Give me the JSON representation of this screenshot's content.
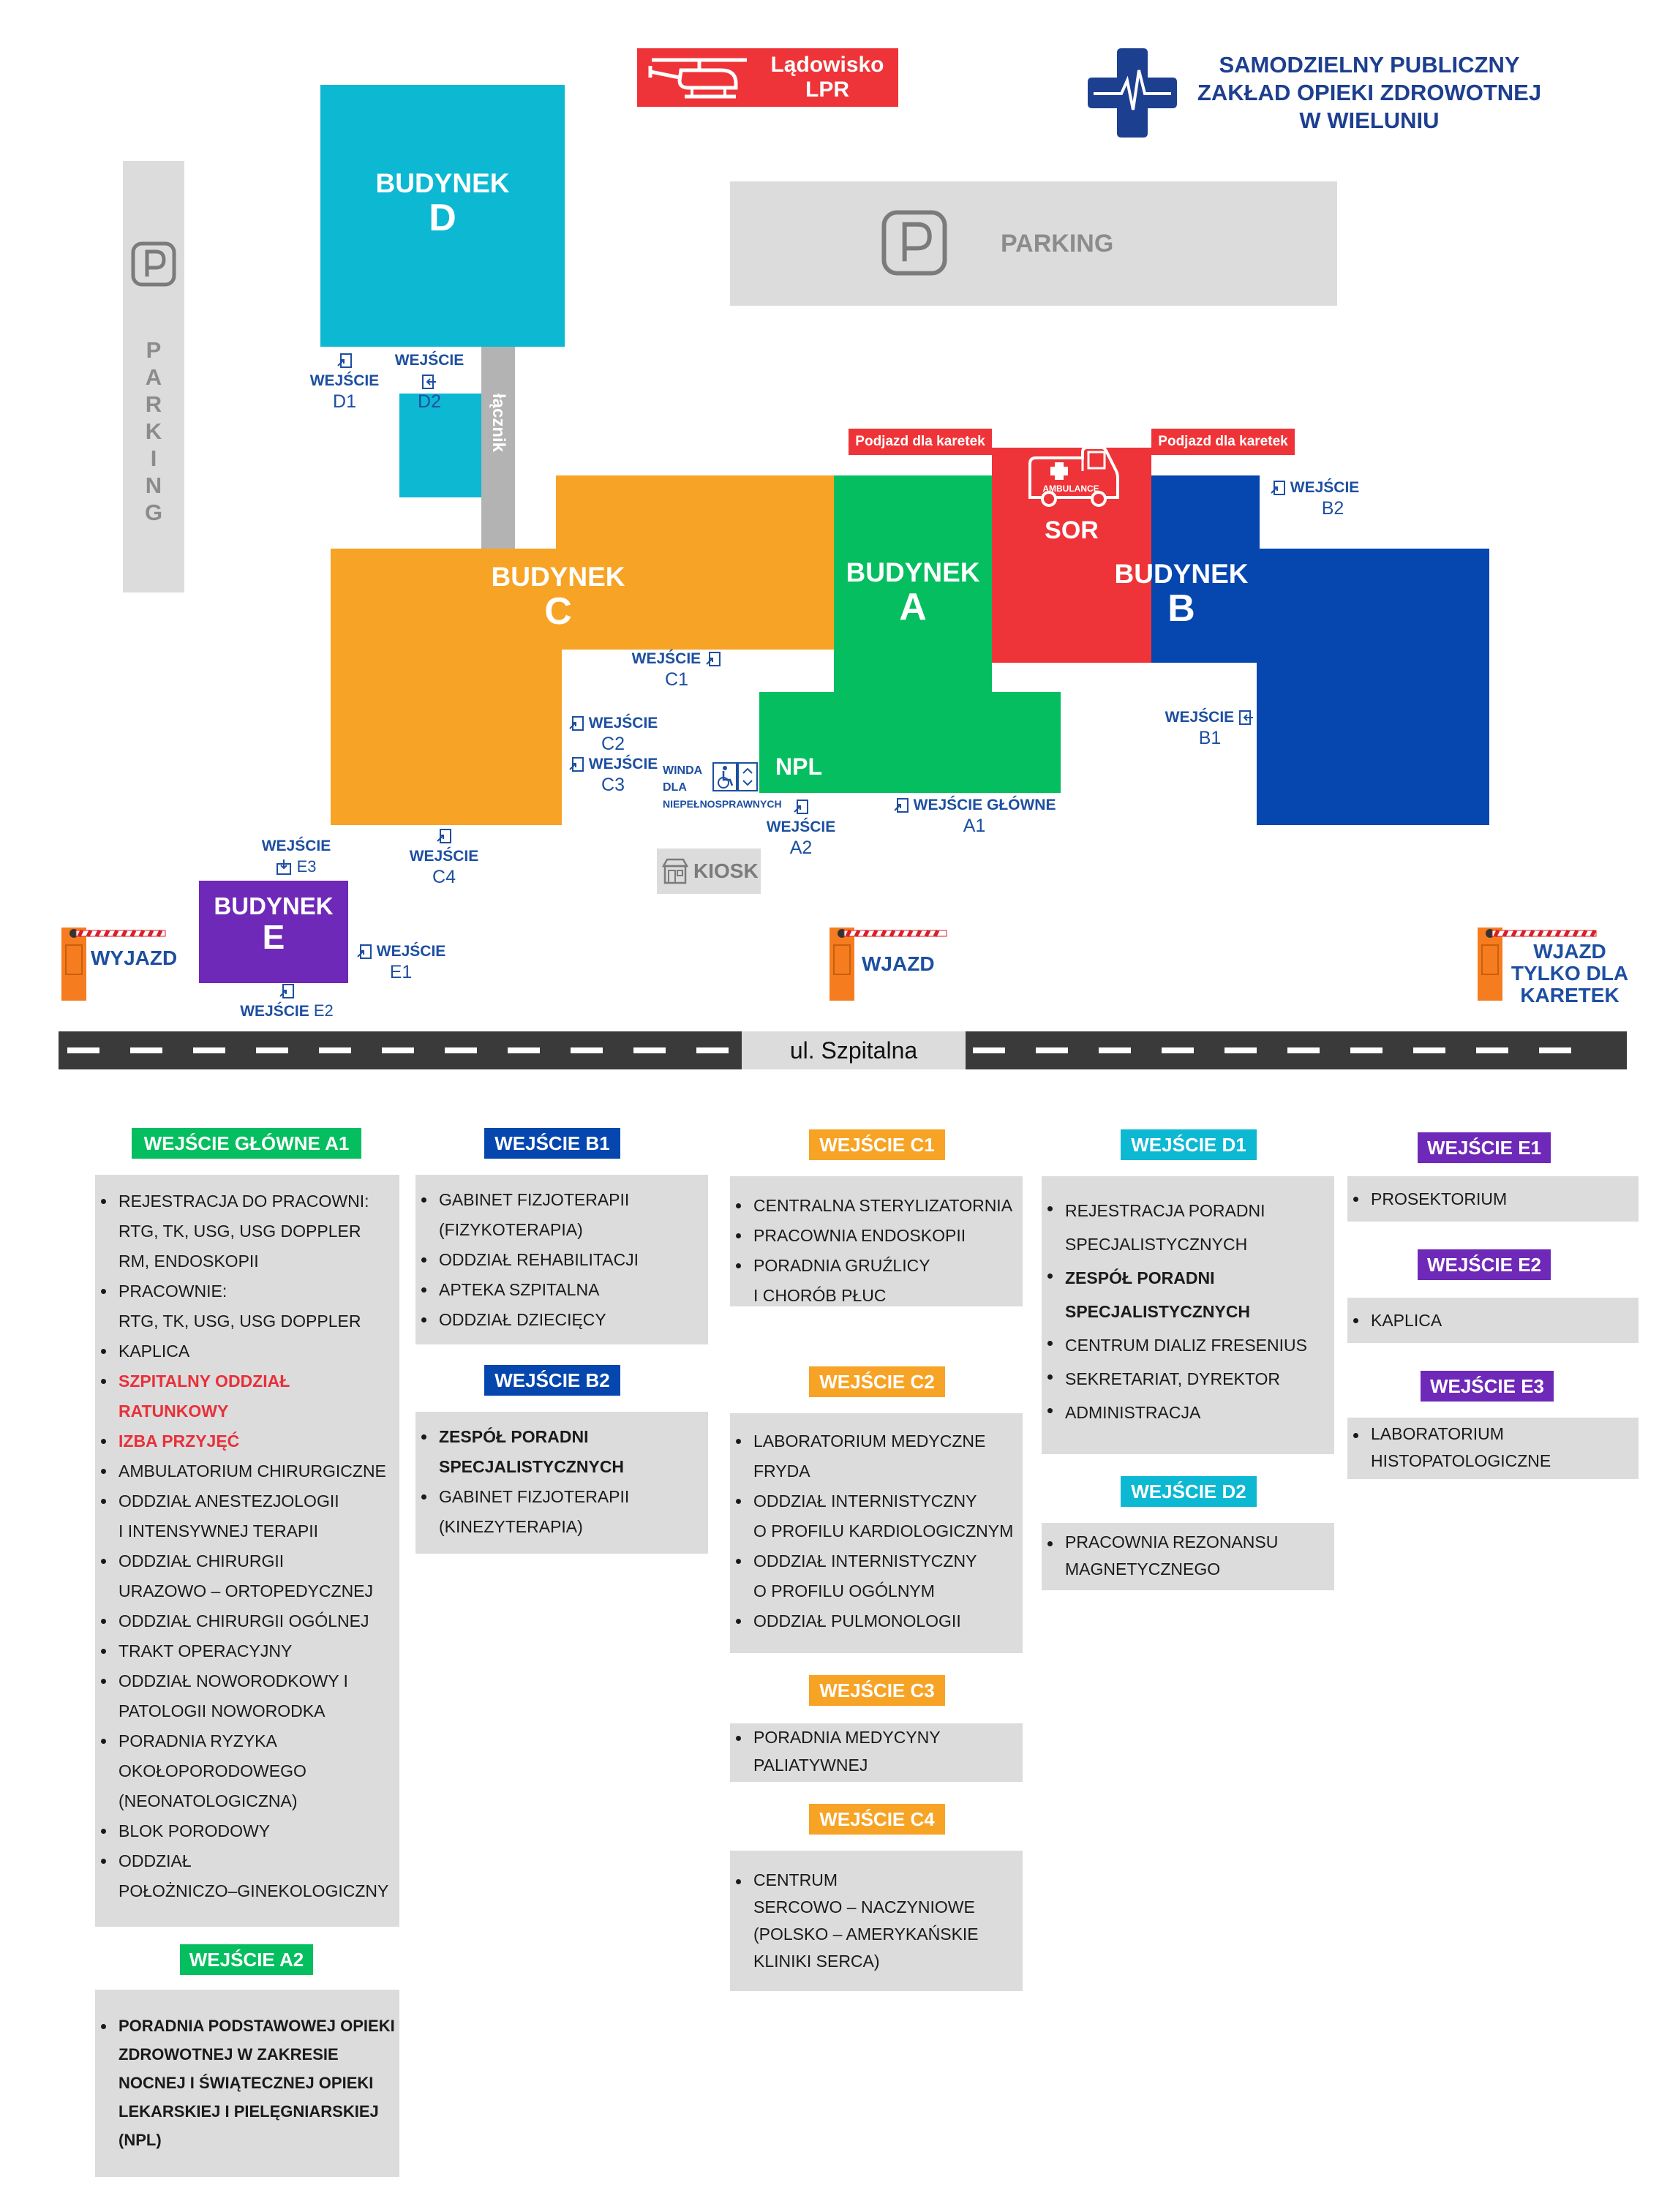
{
  "header": {
    "heliport": "Lądowisko LPR",
    "org_line1": "SAMODZIELNY PUBLICZNY",
    "org_line2": "ZAKŁAD OPIEKI ZDROWOTNEJ",
    "org_line3": "W WIELUNIU",
    "colors": {
      "navy": "#1d3f8f",
      "red": "#ee3438"
    }
  },
  "map": {
    "parking_left_letters": [
      "P",
      "A",
      "R",
      "K",
      "I",
      "N",
      "G"
    ],
    "parking_top": "PARKING",
    "connector": "łącznik",
    "buildings": {
      "d": {
        "line1": "BUDYNEK",
        "line2": "D",
        "color": "#0db8d3"
      },
      "c": {
        "line1": "BUDYNEK",
        "line2": "C",
        "color": "#f7a325"
      },
      "a": {
        "line1": "BUDYNEK",
        "line2": "A",
        "color": "#05be5f"
      },
      "b": {
        "line1": "BUDYNEK",
        "line2": "B",
        "color": "#0547af"
      },
      "e": {
        "line1": "BUDYNEK",
        "line2": "E",
        "color": "#6f29b8"
      },
      "sor": "SOR",
      "npl": "NPL",
      "ambulance_text": "AMBULANCE"
    },
    "ambulance_lane_left": "Podjazd dla karetek",
    "ambulance_lane_right": "Podjazd dla karetek",
    "entrances": {
      "d1": {
        "w": "WEJŚCIE",
        "c": "D1"
      },
      "d2": {
        "w": "WEJŚCIE",
        "c": "D2"
      },
      "b2": {
        "w": "WEJŚCIE",
        "c": "B2"
      },
      "c1": {
        "w": "WEJŚCIE",
        "c": "C1"
      },
      "c2": {
        "w": "WEJŚCIE",
        "c": "C2"
      },
      "c3": {
        "w": "WEJŚCIE",
        "c": "C3"
      },
      "b1": {
        "w": "WEJŚCIE",
        "c": "B1"
      },
      "a1": {
        "w": "WEJŚCIE GŁÓWNE",
        "c": "A1"
      },
      "a2": {
        "w": "WEJŚCIE",
        "c": "A2"
      },
      "c4": {
        "w": "WEJŚCIE",
        "c": "C4"
      },
      "e3": {
        "w": "WEJŚCIE",
        "c": "E3"
      },
      "e1": {
        "w": "WEJŚCIE",
        "c": "E1"
      },
      "e2": {
        "w": "WEJŚCIE",
        "c": "E2"
      }
    },
    "elevator": {
      "l1": "WINDA",
      "l2": "DLA",
      "l3": "NIEPEŁNOSPRAWNYCH"
    },
    "kiosk": "KIOSK",
    "exit": "WYJAZD",
    "entry": "WJAZD",
    "amb_entry_l1": "WJAZD",
    "amb_entry_l2": "TYLKO DLA",
    "amb_entry_l3": "KARETEK",
    "street": "ul. Szpitalna"
  },
  "legend": {
    "a1": {
      "title": "WEJŚCIE GŁÓWNE A1",
      "items": [
        {
          "t": "REJESTRACJA DO PRACOWNI:",
          "s": [
            "RTG, TK, USG, USG DOPPLER",
            "RM, ENDOSKOPII"
          ]
        },
        {
          "t": "PRACOWNIE:",
          "s": [
            "RTG, TK, USG, USG DOPPLER"
          ]
        },
        {
          "t": "KAPLICA",
          "s": []
        },
        {
          "t": "SZPITALNY ODDZIAŁ",
          "s": [
            "RATUNKOWY"
          ],
          "style": "red"
        },
        {
          "t": "IZBA PRZYJĘĆ",
          "s": [],
          "style": "red"
        },
        {
          "t": "AMBULATORIUM CHIRURGICZNE",
          "s": []
        },
        {
          "t": "ODDZIAŁ ANESTEZJOLOGII",
          "s": [
            "I INTENSYWNEJ TERAPII"
          ]
        },
        {
          "t": "ODDZIAŁ CHIRURGII",
          "s": [
            "URAZOWO – ORTOPEDYCZNEJ"
          ]
        },
        {
          "t": "ODDZIAŁ CHIRURGII OGÓLNEJ",
          "s": []
        },
        {
          "t": "TRAKT OPERACYJNY",
          "s": []
        },
        {
          "t": "ODDZIAŁ NOWORODKOWY I",
          "s": [
            "PATOLOGII NOWORODKA"
          ]
        },
        {
          "t": "PORADNIA RYZYKA",
          "s": [
            "OKOŁOPORODOWEGO",
            "(NEONATOLOGICZNA)"
          ]
        },
        {
          "t": "BLOK PORODOWY",
          "s": []
        },
        {
          "t": "ODDZIAŁ",
          "s": [
            "POŁOŻNICZO–GINEKOLOGICZNY"
          ]
        }
      ]
    },
    "a2": {
      "title": "WEJŚCIE A2",
      "items": [
        {
          "t": "PORADNIA PODSTAWOWEJ OPIEKI",
          "s": [
            "ZDROWOTNEJ W ZAKRESIE",
            "NOCNEJ I ŚWIĄTECZNEJ OPIEKI",
            "LEKARSKIEJ I PIELĘGNIARSKIEJ",
            "(NPL)"
          ],
          "style": "bold"
        }
      ]
    },
    "b1": {
      "title": "WEJŚCIE B1",
      "items": [
        {
          "t": "GABINET FIZJOTERAPII",
          "s": [
            "(FIZYKOTERAPIA)"
          ]
        },
        {
          "t": "ODDZIAŁ REHABILITACJI",
          "s": []
        },
        {
          "t": "APTEKA SZPITALNA",
          "s": []
        },
        {
          "t": "ODDZIAŁ DZIECIĘCY",
          "s": []
        }
      ]
    },
    "b2": {
      "title": "WEJŚCIE B2",
      "items": [
        {
          "t": "ZESPÓŁ PORADNI",
          "s": [
            "SPECJALISTYCZNYCH"
          ],
          "style": "bold"
        },
        {
          "t": "GABINET FIZJOTERAPII",
          "s": [
            "(KINEZYTERAPIA)"
          ]
        }
      ]
    },
    "c1": {
      "title": "WEJŚCIE C1",
      "items": [
        {
          "t": "CENTRALNA STERYLIZATORNIA",
          "s": []
        },
        {
          "t": "PRACOWNIA ENDOSKOPII",
          "s": []
        },
        {
          "t": "PORADNIA GRUŹLICY",
          "s": [
            "I CHORÓB PŁUC"
          ]
        }
      ]
    },
    "c2": {
      "title": "WEJŚCIE C2",
      "items": [
        {
          "t": "LABORATORIUM MEDYCZNE",
          "s": [
            "FRYDA"
          ]
        },
        {
          "t": "ODDZIAŁ INTERNISTYCZNY",
          "s": [
            "O PROFILU KARDIOLOGICZNYM"
          ]
        },
        {
          "t": "ODDZIAŁ INTERNISTYCZNY",
          "s": [
            "O PROFILU OGÓLNYM"
          ]
        },
        {
          "t": "ODDZIAŁ PULMONOLOGII",
          "s": []
        }
      ]
    },
    "c3": {
      "title": "WEJŚCIE C3",
      "items": [
        {
          "t": "PORADNIA MEDYCYNY",
          "s": [
            "PALIATYWNEJ"
          ]
        }
      ]
    },
    "c4": {
      "title": "WEJŚCIE C4",
      "items": [
        {
          "t": "CENTRUM",
          "s": [
            "SERCOWO – NACZYNIOWE",
            "(POLSKO – AMERYKAŃSKIE",
            "KLINIKI SERCA)"
          ]
        }
      ]
    },
    "d1": {
      "title": "WEJŚCIE D1",
      "items": [
        {
          "t": "REJESTRACJA PORADNI",
          "s": [
            "SPECJALISTYCZNYCH"
          ]
        },
        {
          "t": "ZESPÓŁ PORADNI",
          "s": [
            "SPECJALISTYCZNYCH"
          ],
          "style": "bold"
        },
        {
          "t": "CENTRUM DIALIZ FRESENIUS",
          "s": []
        },
        {
          "t": "SEKRETARIAT, DYREKTOR",
          "s": []
        },
        {
          "t": "ADMINISTRACJA",
          "s": []
        }
      ]
    },
    "d2": {
      "title": "WEJŚCIE D2",
      "items": [
        {
          "t": "PRACOWNIA REZONANSU",
          "s": [
            "MAGNETYCZNEGO"
          ]
        }
      ]
    },
    "e1": {
      "title": "WEJŚCIE E1",
      "items": [
        {
          "t": "PROSEKTORIUM",
          "s": []
        }
      ]
    },
    "e2": {
      "title": "WEJŚCIE E2",
      "items": [
        {
          "t": "KAPLICA",
          "s": []
        }
      ]
    },
    "e3": {
      "title": "WEJŚCIE E3",
      "items": [
        {
          "t": "LABORATORIUM",
          "s": [
            "HISTOPATOLOGICZNE"
          ]
        }
      ]
    }
  }
}
